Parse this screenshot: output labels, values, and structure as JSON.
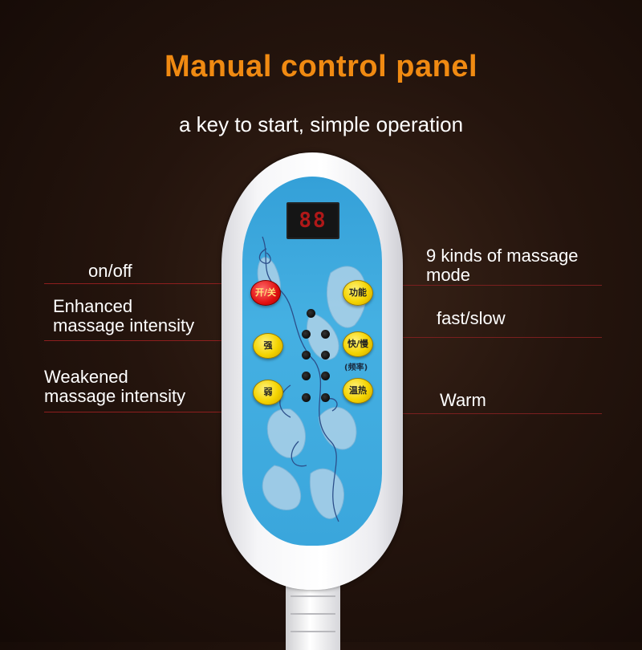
{
  "header": {
    "title": "Manual control panel",
    "subtitle": "a key to start, simple operation"
  },
  "labels": {
    "on_off": "on/off",
    "enhanced_line1": "Enhanced",
    "enhanced_line2": "massage intensity",
    "weakened_line1": "Weakened",
    "weakened_line2": "massage intensity",
    "modes_line1": "9 kinds of massage",
    "modes_line2": "mode",
    "fast_slow": "fast/slow",
    "warm": "Warm"
  },
  "remote": {
    "display_value": "88",
    "buttons": {
      "power": "开/关",
      "function": "功能",
      "strong": "强",
      "speed": "快/慢",
      "speed_sub": "(频率)",
      "weak": "弱",
      "heat": "温热"
    }
  },
  "colors": {
    "title": "#f08a12",
    "panel_blue": "#3aa6dc",
    "button_yellow": "#f4d300",
    "button_red": "#e01010",
    "leader_line": "#8e1e1e"
  }
}
